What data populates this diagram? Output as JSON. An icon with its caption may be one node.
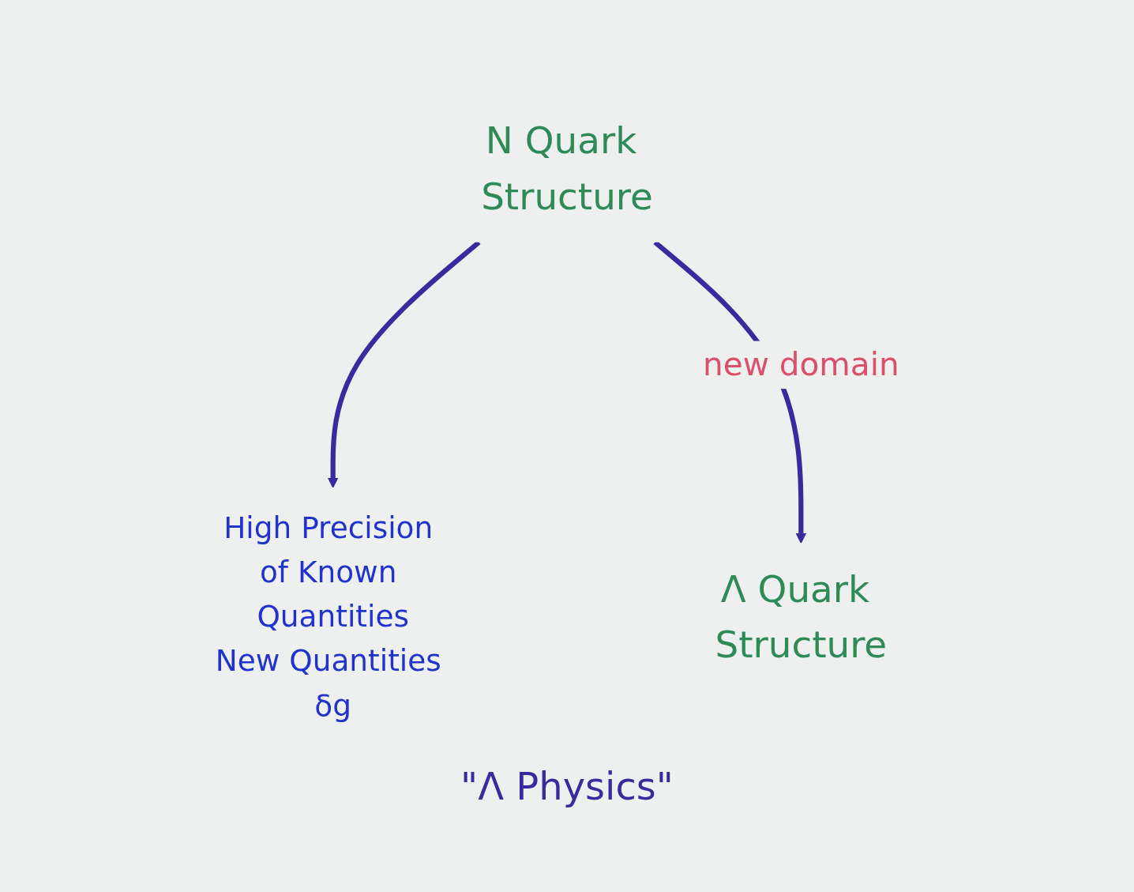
{
  "diagram": {
    "nodes": [
      {
        "text": [
          "N Quark Structure"
        ]
      },
      {
        "text": [
          "High Precision of Known Quantities",
          "New Quantities δg"
        ]
      },
      {
        "text": [
          "Λ Quark Structure"
        ]
      }
    ],
    "edges": [
      {
        "from": 0,
        "to": 1,
        "arrow": "to"
      },
      {
        "from": 0,
        "to": 2,
        "arrow": "to",
        "label": "new domain"
      }
    ],
    "labels": [
      "\"Λ Physics\""
    ]
  }
}
